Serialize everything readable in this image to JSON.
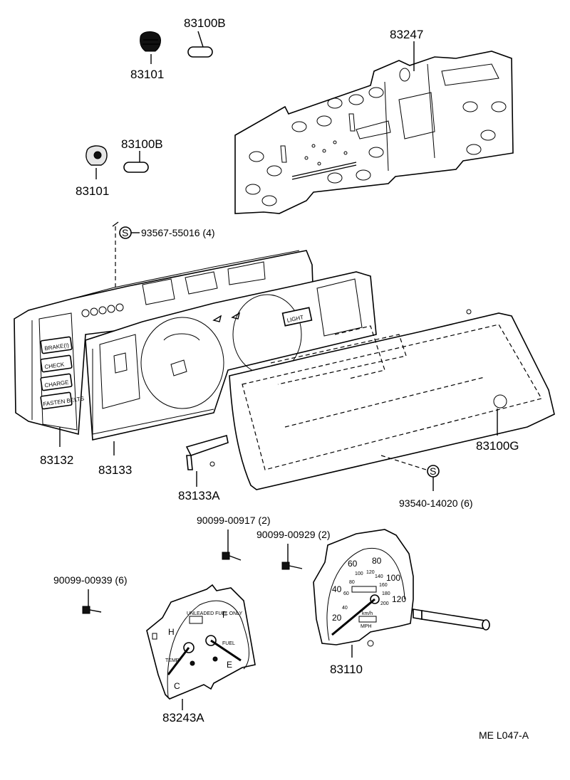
{
  "labels": {
    "p83100B_top": "83100B",
    "p83101_top": "83101",
    "p83247": "83247",
    "p83100B_mid": "83100B",
    "p83101_mid": "83101",
    "screw_93567": "93567-55016 (4)",
    "p83132": "83132",
    "p83133": "83133",
    "p83133A": "83133A",
    "p83100G": "83100G",
    "screw_93540": "93540-14020 (6)",
    "screw_00917": "90099-00917 (2)",
    "screw_00929": "90099-00929 (2)",
    "screw_00939": "90099-00939 (6)",
    "p83110": "83110",
    "p83243A": "83243A",
    "ref_code": "ME  L047-A",
    "screw_symbol": "S"
  },
  "warning_labels": {
    "brake": "BRAKE(!)",
    "check": "CHECK",
    "charge": "CHARGE",
    "fasten": "FASTEN BELTS",
    "light": "LIGHT"
  },
  "fuel_temp_gauge": {
    "title": "UNLEADED FUEL ONLY",
    "hot": "H",
    "cold": "C",
    "full": "F",
    "empty": "E",
    "temp": "TEMP",
    "fuel": "FUEL"
  },
  "speedometer": {
    "mph_ticks": [
      "20",
      "40",
      "60",
      "80",
      "100",
      "120"
    ],
    "kmh_ticks": [
      "40",
      "60",
      "80",
      "100",
      "120",
      "140",
      "160",
      "180",
      "200"
    ],
    "unit_mph": "MPH",
    "unit_kmh": "km/h"
  }
}
